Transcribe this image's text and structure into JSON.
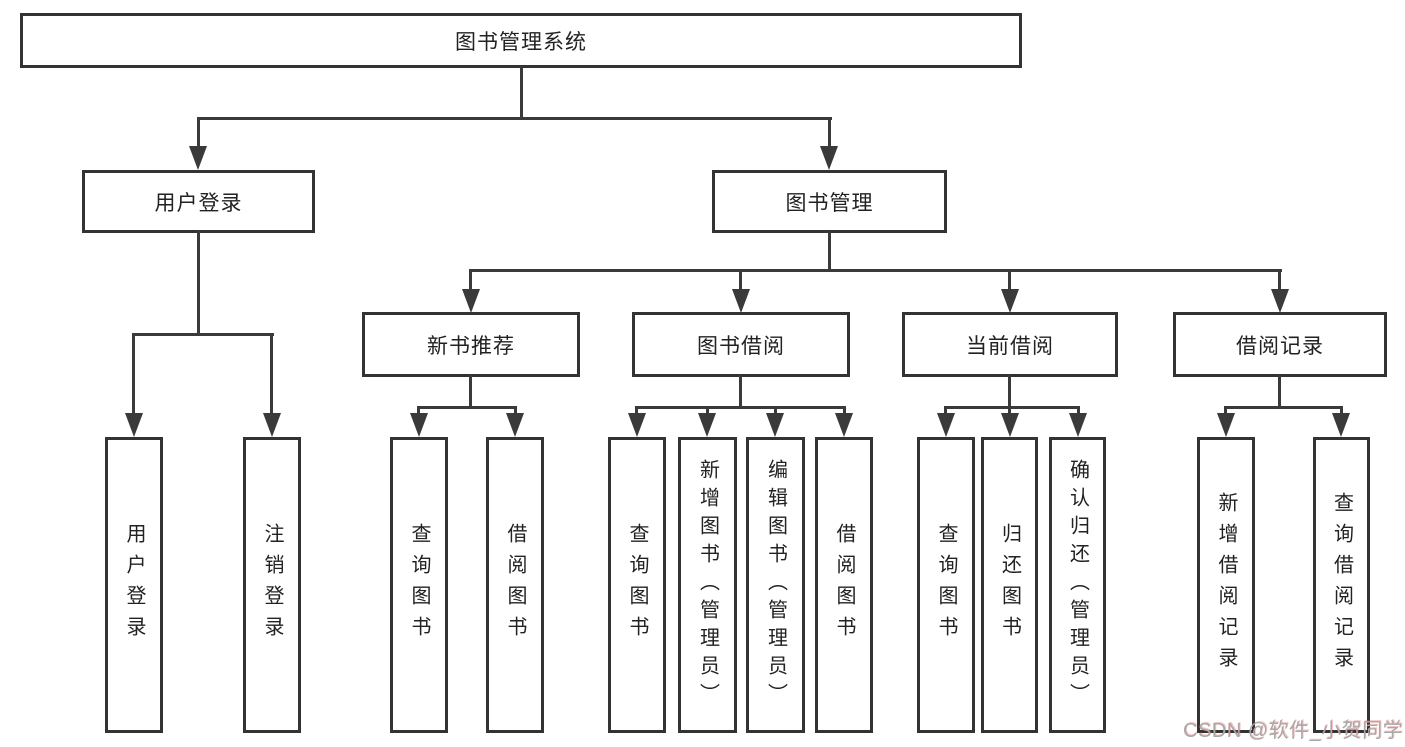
{
  "diagram_type": "hierarchy-tree",
  "tree": {
    "label": "图书管理系统",
    "children": [
      {
        "label": "用户登录",
        "children": [
          {
            "label": "用户登录"
          },
          {
            "label": "注销登录"
          }
        ]
      },
      {
        "label": "图书管理",
        "children": [
          {
            "label": "新书推荐",
            "children": [
              {
                "label": "查询图书"
              },
              {
                "label": "借阅图书"
              }
            ]
          },
          {
            "label": "图书借阅",
            "children": [
              {
                "label": "查询图书"
              },
              {
                "label": "新增图书（管理员）"
              },
              {
                "label": "编辑图书（管理员）"
              },
              {
                "label": "借阅图书"
              }
            ]
          },
          {
            "label": "当前借阅",
            "children": [
              {
                "label": "查询图书"
              },
              {
                "label": "归还图书"
              },
              {
                "label": "确认归还（管理员）"
              }
            ]
          },
          {
            "label": "借阅记录",
            "children": [
              {
                "label": "新增借阅记录"
              },
              {
                "label": "查询借阅记录"
              }
            ]
          }
        ]
      }
    ]
  },
  "watermark": {
    "text": "CSDN @软件_小贺同学"
  },
  "colors": {
    "line": "#3a3a3a",
    "box_border": "#333333",
    "text": "#222222",
    "watermark": "#a8a8a8",
    "background": "#ffffff"
  }
}
